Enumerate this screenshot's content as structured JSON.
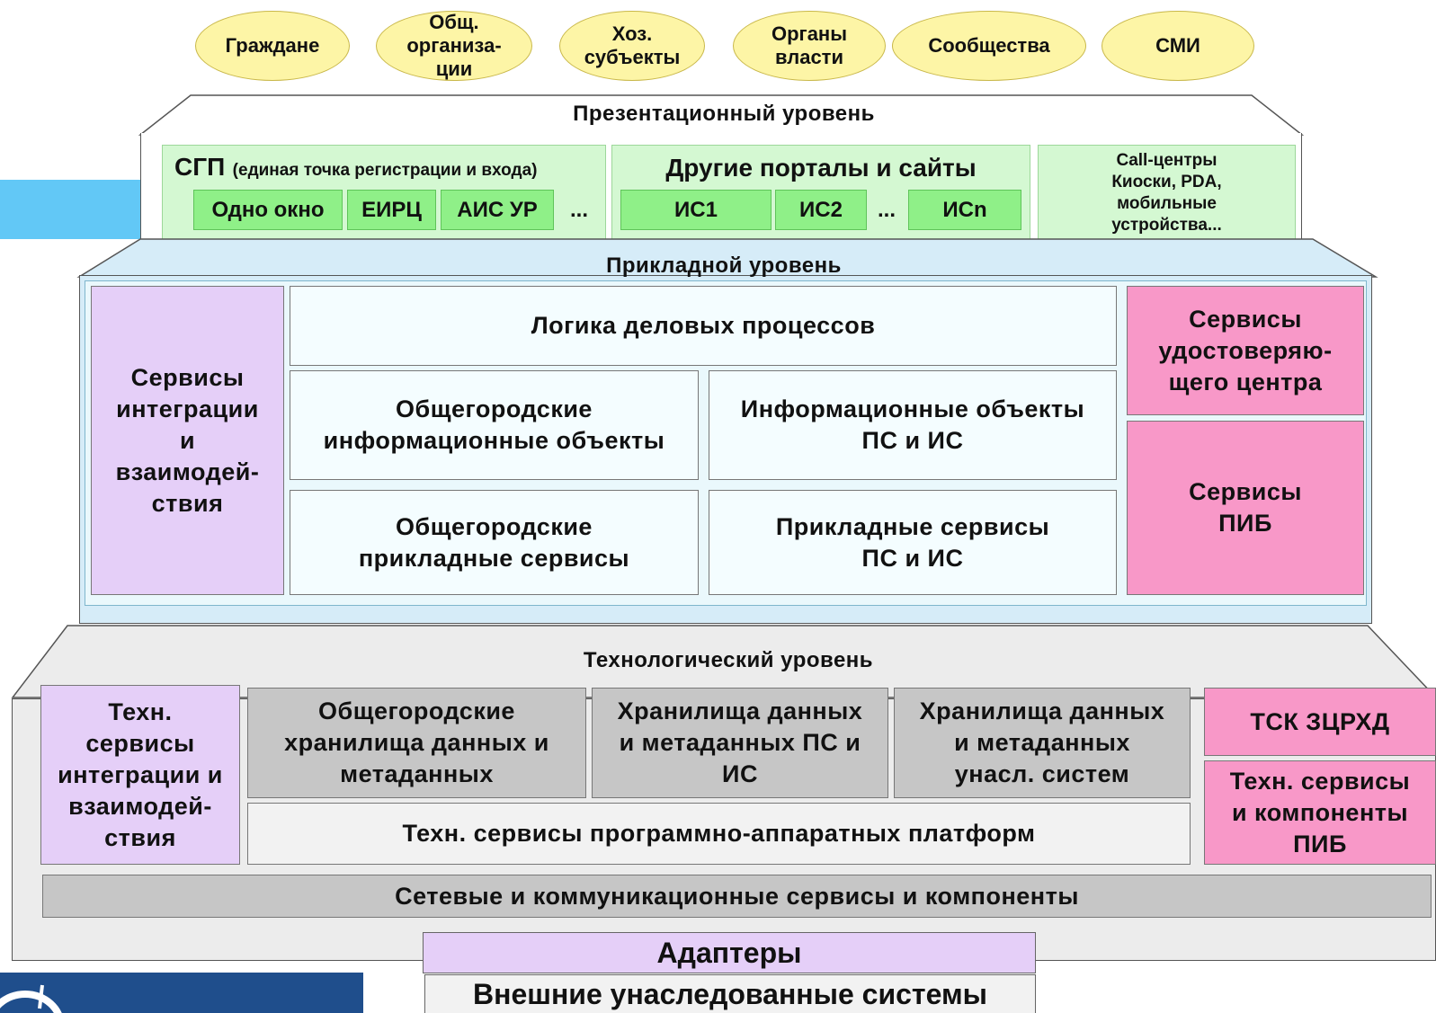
{
  "stakeholders": [
    "Граждане",
    "Общ.\nорганиза-\nции",
    "Хоз.\nсубъекты",
    "Органы\nвласти",
    "Сообщества",
    "СМИ"
  ],
  "presentation": {
    "title": "Презентационный уровень",
    "sgp": {
      "title": "СГП",
      "subtitle": "(единая точка регистрации и входа)",
      "items": [
        "Одно окно",
        "ЕИРЦ",
        "АИС УР",
        "..."
      ]
    },
    "portals": {
      "title": "Другие порталы и сайты",
      "items": [
        "ИС1",
        "ИС2",
        "...",
        "ИСn"
      ]
    },
    "callcenters": "Call-центры\nКиоски, PDA,\nмобильные\nустройства..."
  },
  "application": {
    "title": "Прикладной уровень",
    "integration": "Сервисы\nинтеграции\nи\nвзаимодей-\nствия",
    "logic": "Логика деловых процессов",
    "city_info_objects": "Общегородские\nинформационные объекты",
    "ps_info_objects": "Информационные объекты\nПС и ИС",
    "city_app_services": "Общегородские\nприкладные сервисы",
    "ps_app_services": "Прикладные сервисы\nПС и ИС",
    "cert_center": "Сервисы\nудостоверяю-\nщего центра",
    "pib_services": "Сервисы\nПИБ"
  },
  "technology": {
    "title": "Технологический уровень",
    "integration": "Техн.\nсервисы\nинтеграции и\nвзаимодей-\nствия",
    "city_storage": "Общегородские\nхранилища данных и\nметаданных",
    "ps_storage": "Хранилища данных\nи метаданных ПС и\nИС",
    "legacy_storage": "Хранилища данных\nи метаданных\nунасл. систем",
    "platform_services": "Техн. сервисы программно-аппаратных платформ",
    "tsk": "ТСК ЗЦРХД",
    "pib_components": "Техн. сервисы\nи компоненты\nПИБ",
    "network": "Сетевые и коммуникационные сервисы и компоненты"
  },
  "adapters": "Адаптеры",
  "external": "Внешние унаследованные системы",
  "colors": {
    "ellipse": "#fdf5a6",
    "presentation_green": "#8ff088",
    "application_blue": "#d6ecf8",
    "lilac": "#e5cff8",
    "pink": "#f898c8",
    "grey": "#c6c6c6",
    "accent_blue_bar": "#62c8f6",
    "logo_navy": "#1f4e8c"
  }
}
